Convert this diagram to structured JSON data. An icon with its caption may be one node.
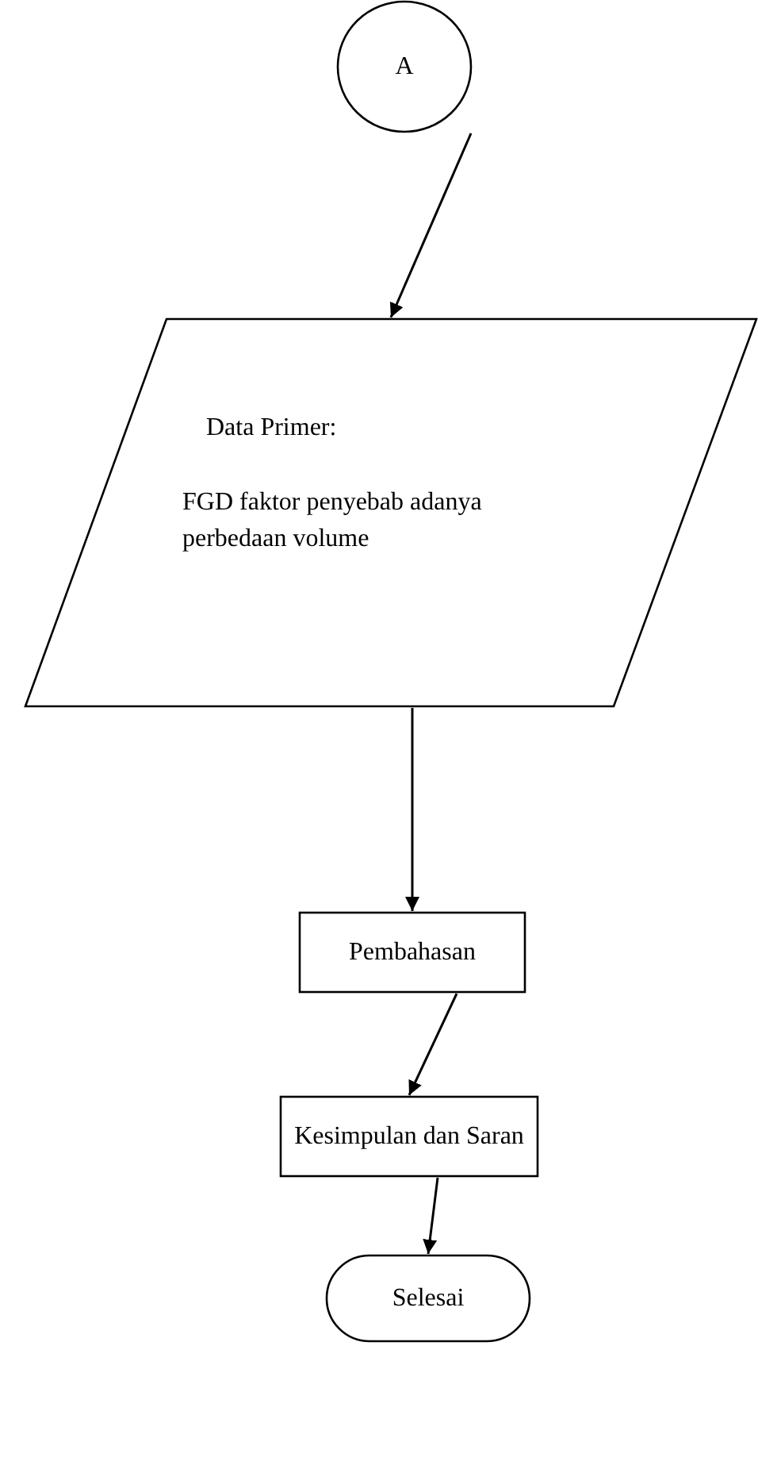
{
  "diagram": {
    "nodes": [
      {
        "text": [
          "A"
        ]
      },
      {
        "text": [
          "Data Primer:",
          "FGD faktor penyebab adanya perbedaan volume"
        ]
      },
      {
        "text": [
          "Pembahasan"
        ]
      },
      {
        "text": [
          "Kesimpulan dan Saran"
        ]
      },
      {
        "text": [
          "Selesai"
        ]
      }
    ],
    "edges": [
      {
        "from": 0,
        "to": 1,
        "arrow": "to"
      },
      {
        "from": 1,
        "to": 2,
        "arrow": "to"
      },
      {
        "from": 2,
        "to": 3,
        "arrow": "to"
      },
      {
        "from": 3,
        "to": 4,
        "arrow": "to"
      }
    ]
  }
}
